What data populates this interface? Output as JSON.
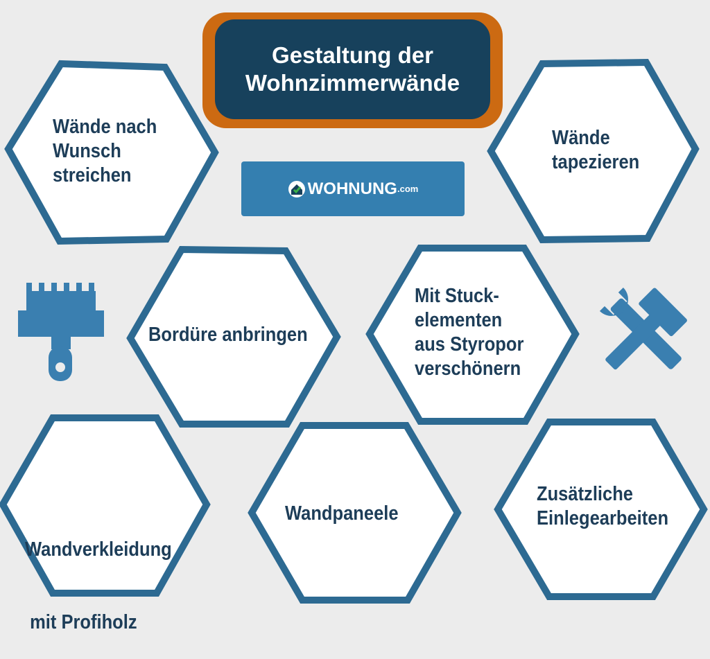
{
  "title": {
    "line1": "Gestaltung der",
    "line2": "Wohnzimmerwände"
  },
  "logo": {
    "name": "WOHNUNG",
    "suffix": ".com",
    "icon": "house-check-icon"
  },
  "hexagons": [
    {
      "lines": [
        "Wände nach",
        "Wunsch",
        "streichen"
      ]
    },
    {
      "lines": [
        "Wände",
        "tapezieren"
      ]
    },
    {
      "lines": [
        "Bordüre anbringen"
      ]
    },
    {
      "lines": [
        "Mit Stuck-",
        "elementen",
        "aus Styropor",
        "verschönern"
      ]
    },
    {
      "lines": [
        "Wandverkleidung",
        " mit Profiholz"
      ]
    },
    {
      "lines": [
        "Wandpaneele"
      ]
    },
    {
      "lines": [
        "Zusätzliche",
        "Einlegearbeiten"
      ]
    }
  ],
  "icons": [
    "paint-scraper-icon",
    "hammer-wrench-icon"
  ],
  "colors": {
    "hex_stroke": "#2d6a92",
    "title_bg": "#17415c",
    "title_border": "#cc6a12",
    "logo_bg": "#347fb0",
    "text": "#1d3d58"
  }
}
